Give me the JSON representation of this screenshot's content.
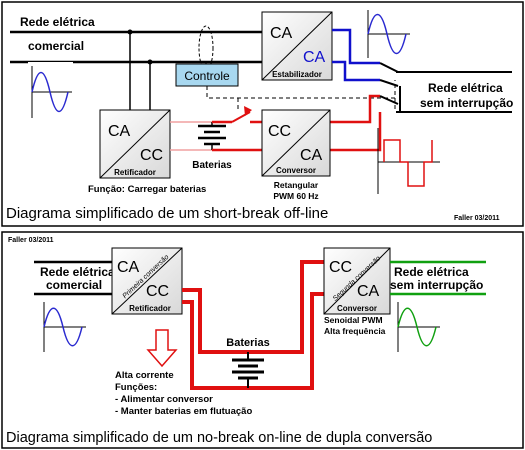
{
  "top": {
    "caption": "Diagrama simplificado de um short-break off-line",
    "signature": "Faller 03/2011",
    "rede_comercial": [
      "Rede elétrica",
      "comercial"
    ],
    "rede_sem_interrupcao": [
      "Rede elétrica",
      "sem interrupção"
    ],
    "estabilizador": {
      "ca1": "CA",
      "ca2": "CA",
      "name": "Estabilizador"
    },
    "controle": "Controle",
    "retificador": {
      "ca": "CA",
      "cc": "CC",
      "name": "Retificador"
    },
    "funcao": "Função: Carregar baterias",
    "baterias": "Baterias",
    "conversor": {
      "cc": "CC",
      "ca": "CA",
      "name": "Conversor"
    },
    "retangular": [
      "Retangular",
      "PWM 60 Hz"
    ]
  },
  "bottom": {
    "caption": "Diagrama simplificado de um no-break on-line de dupla conversão",
    "signature": "Faller 03/2011",
    "rede_comercial": [
      "Rede elétrica",
      "comercial"
    ],
    "rede_sem_interrupcao": [
      "Rede elétrica",
      "sem interrupção"
    ],
    "retificador": {
      "ca": "CA",
      "cc": "CC",
      "name": "Retificador",
      "diag": "Primeira conversão"
    },
    "conversor": {
      "cc": "CC",
      "ca": "CA",
      "name": "Conversor",
      "diag": "Segunda conversão"
    },
    "conversor_desc": [
      "Senoidal PWM",
      "Alta frequência"
    ],
    "baterias": "Baterias",
    "alta_corrente": [
      "Alta corrente",
      "Funções:",
      "- Alimentar conversor",
      "- Manter baterias em flutuação"
    ]
  },
  "colors": {
    "red": "#e01010",
    "blue": "#1010cc",
    "green": "#10a010",
    "controle_fill": "#a8d8f0"
  }
}
